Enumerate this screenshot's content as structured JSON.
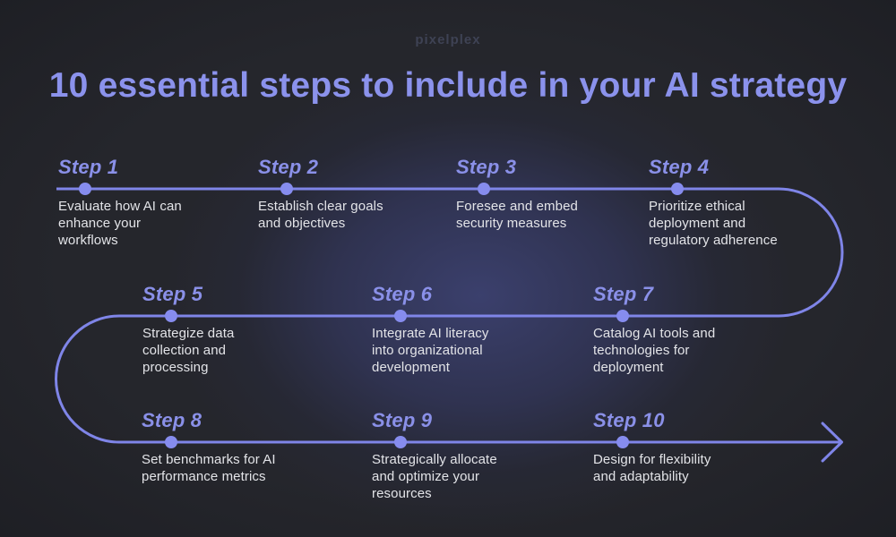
{
  "meta": {
    "brand": "pixelplex",
    "title": "10 essential steps to include in your AI strategy"
  },
  "colors": {
    "background": "#25262c",
    "glow": "#3b4070",
    "accent": "#7f85e8",
    "dot": "#868cee",
    "heading": "#8a90e8",
    "title": "#8b92ec",
    "body_text": "#e3e4e8",
    "logo": "#3e4254"
  },
  "steps": [
    {
      "label": "Step 1",
      "description": "Evaluate how AI can enhance your workflows"
    },
    {
      "label": "Step 2",
      "description": "Establish clear goals and objectives"
    },
    {
      "label": "Step 3",
      "description": "Foresee and embed security measures"
    },
    {
      "label": "Step 4",
      "description": "Prioritize ethical deployment and regulatory adherence"
    },
    {
      "label": "Step 5",
      "description": "Strategize data collection and processing"
    },
    {
      "label": "Step 6",
      "description": "Integrate AI literacy into organizational development"
    },
    {
      "label": "Step 7",
      "description": "Catalog AI tools and technologies for deployment"
    },
    {
      "label": "Step 8",
      "description": "Set benchmarks for AI performance metrics"
    },
    {
      "label": "Step 9",
      "description": "Strategically allocate and optimize your resources"
    },
    {
      "label": "Step 10",
      "description": "Design for flexibility and adaptability"
    }
  ]
}
